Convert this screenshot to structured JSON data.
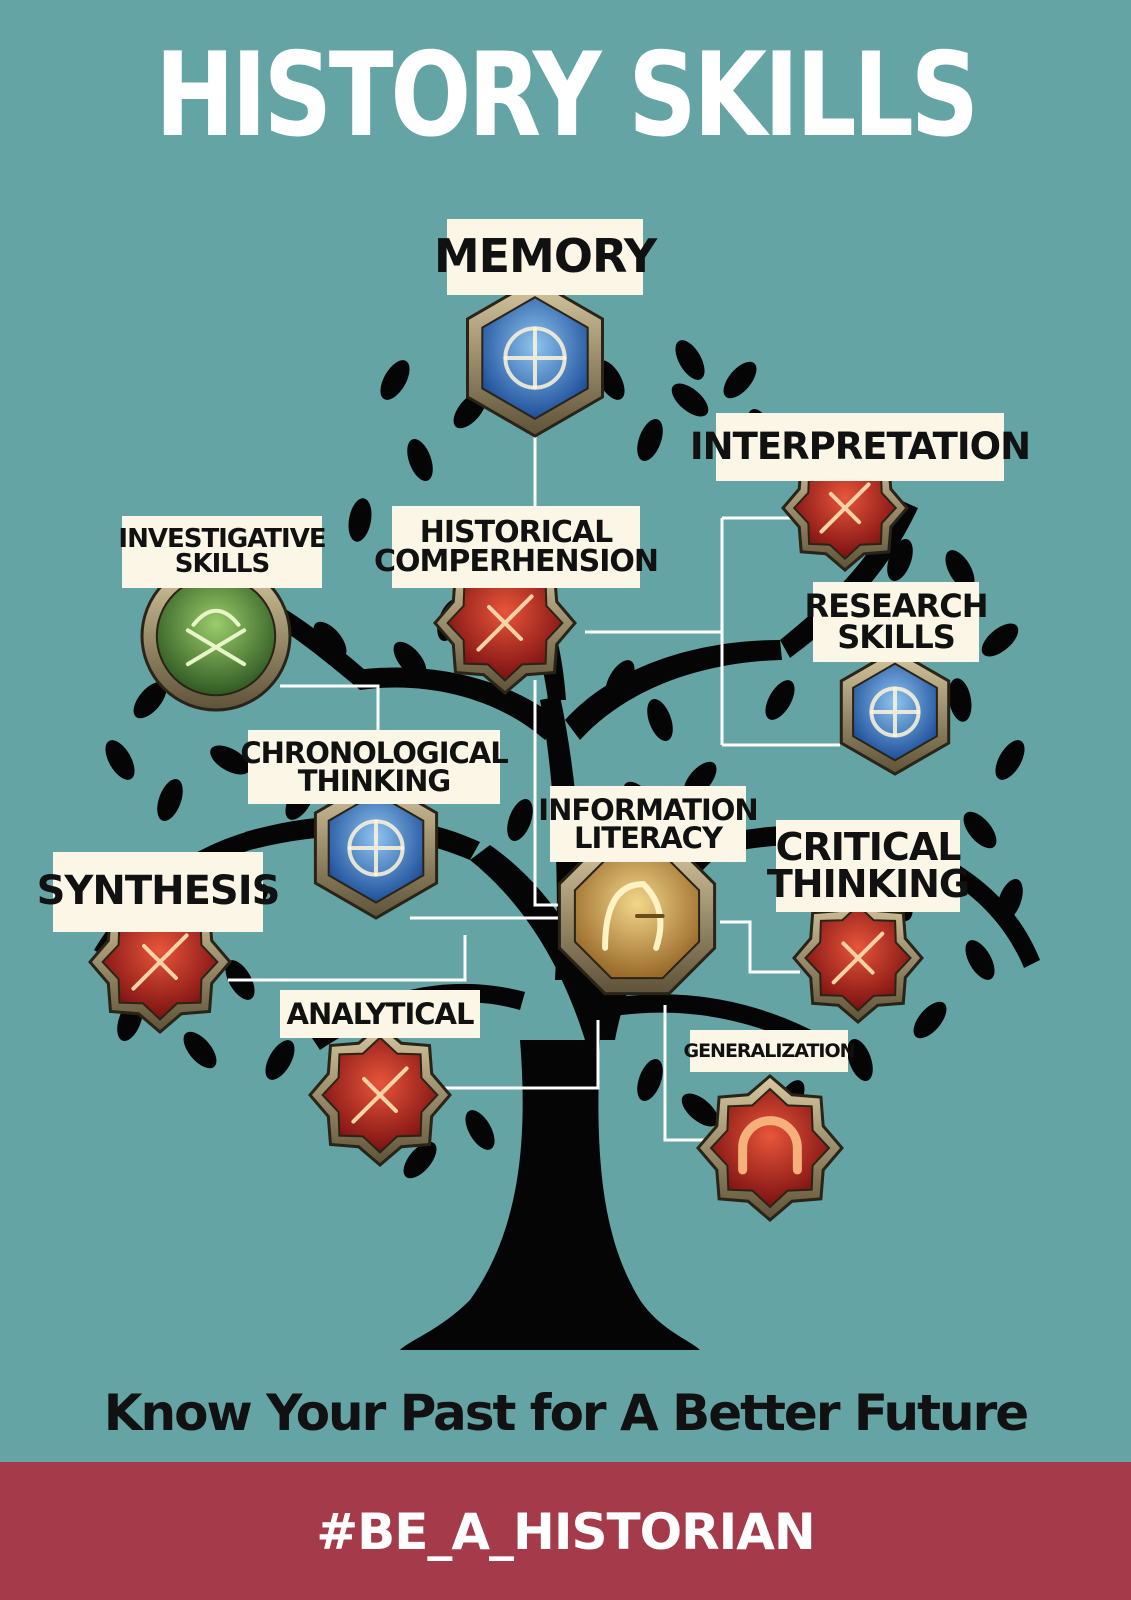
{
  "title": "HISTORY SKILLS",
  "tagline": "Know Your Past for A Better Future",
  "hashtag": "#BE_A_HISTORIAN",
  "colors": {
    "background": "#64a4a4",
    "footer": "#a43a4a",
    "label_bg": "#fbf6e6",
    "tree": "#050505"
  },
  "skills": {
    "memory": {
      "label": "MEMORY",
      "icon": "turtle-shield-icon"
    },
    "interpretation": {
      "label": "INTERPRETATION",
      "icon": "bull-crossed-swords-icon"
    },
    "investigative": {
      "line1": "INVESTIGATIVE",
      "line2": "SKILLS",
      "icon": "helmet-swords-icon"
    },
    "historical": {
      "line1": "HISTORICAL",
      "line2": "COMPERHENSION",
      "icon": "crossed-blades-icon"
    },
    "research": {
      "line1": "RESEARCH",
      "line2": "SKILLS",
      "icon": "knot-cross-icon"
    },
    "chronological": {
      "line1": "CHRONOLOGICAL",
      "line2": "THINKING",
      "icon": "round-shield-icon"
    },
    "information": {
      "line1": "INFORMATION",
      "line2": "LITERACY",
      "icon": "knight-helmet-icon"
    },
    "critical": {
      "line1": "CRITICAL",
      "line2": "THINKING",
      "icon": "spear-helmet-icon"
    },
    "synthesis": {
      "label": "SYNTHESIS",
      "icon": "scroll-sword-icon"
    },
    "analytical": {
      "label": "ANALYTICAL",
      "icon": "war-banner-icon"
    },
    "generalization": {
      "label": "GENERALIZATION",
      "icon": "horseshoe-icon"
    }
  }
}
